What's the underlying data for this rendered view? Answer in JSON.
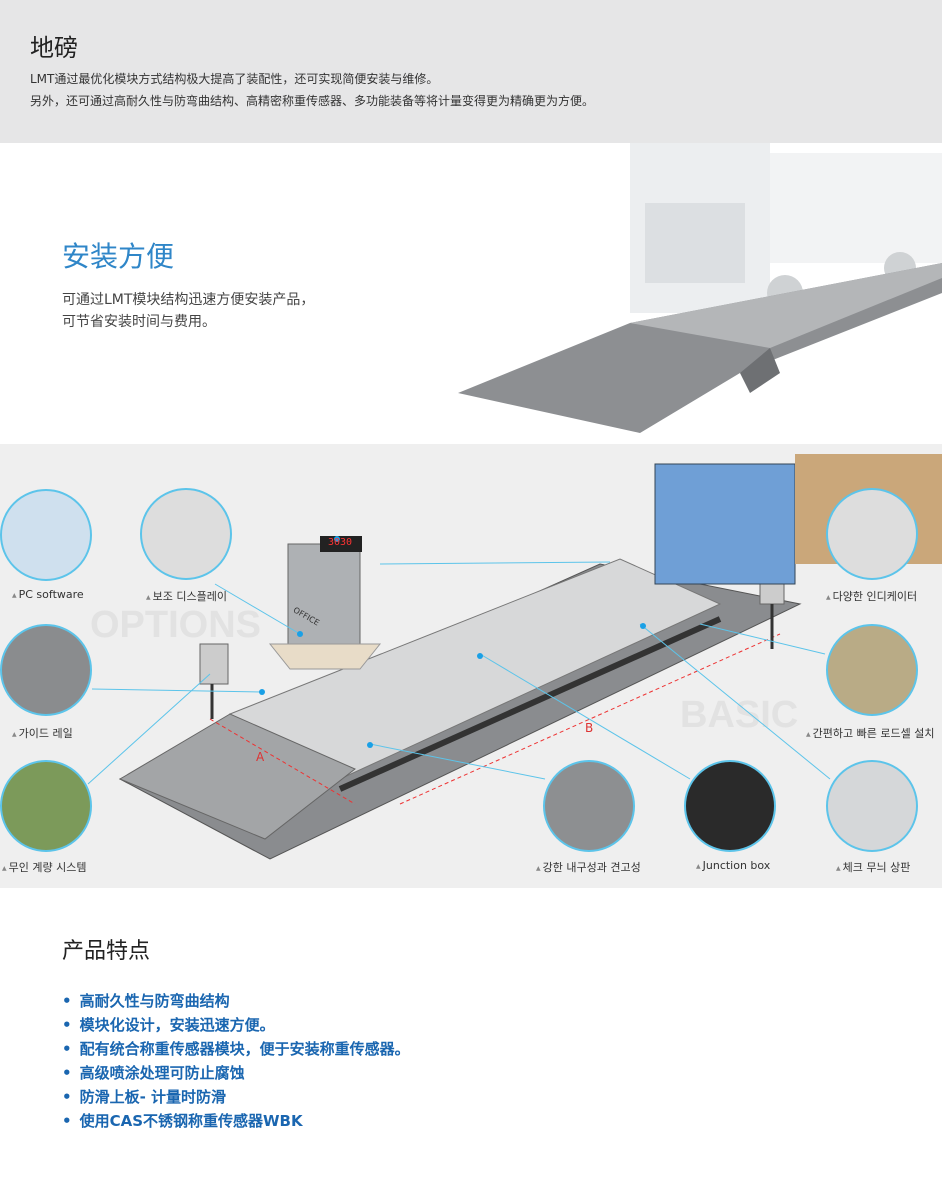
{
  "header": {
    "title": "地磅",
    "line1": "LMT通过最优化模块方式结构极大提高了装配性，还可实现简便安装与维修。",
    "line2": "另外，还可通过高耐久性与防弯曲结构、高精密称重传感器、多功能装备等将计量变得更为精确更为方便。"
  },
  "hero": {
    "title": "安装方便",
    "line1": "可通过LMT模块结构迅速方便安装产品，",
    "line2": "可节省安装时间与费用。"
  },
  "diagram": {
    "watermarks": {
      "options": "OPTIONS",
      "basic": "BASIC"
    },
    "display_readout": "3030",
    "office_label": "OFFICE",
    "marker_a": "A",
    "marker_b": "B",
    "labels": {
      "pc_software": "PC software",
      "sub_display": "보조 디스플레이",
      "guide_rail": "가이드 레일",
      "unmanned": "무인 계량 시스템",
      "indicator": "다양한 인디케이터",
      "loadcell": "간편하고 빠른 로드셀 설치",
      "checker_plate": "체크 무늬 상판",
      "durability": "강한 내구성과 견고성",
      "junction_box": "Junction box"
    }
  },
  "features": {
    "title": "产品特点",
    "items": [
      "高耐久性与防弯曲结构",
      "模块化设计，安装迅速方便。",
      "配有统合称重传感器模块，便于安装称重传感器。",
      "高级喷涂处理可防止腐蚀",
      "防滑上板- 计量时防滑",
      "使用CAS不锈钢称重传感器WBK"
    ]
  },
  "colors": {
    "accent": "#2f86c8",
    "feature_text": "#1a66b0",
    "callout": "#5cc4ea"
  }
}
